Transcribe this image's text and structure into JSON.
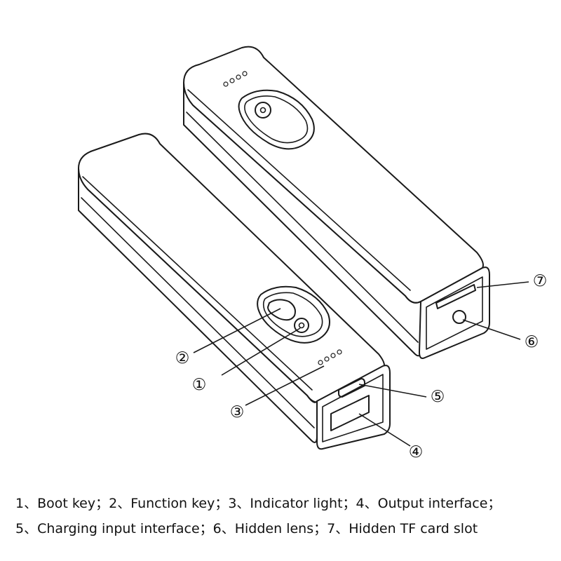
{
  "diagram": {
    "callouts": [
      {
        "id": "c1",
        "symbol": "①"
      },
      {
        "id": "c2",
        "symbol": "②"
      },
      {
        "id": "c3",
        "symbol": "③"
      },
      {
        "id": "c4",
        "symbol": "④"
      },
      {
        "id": "c5",
        "symbol": "⑤"
      },
      {
        "id": "c6",
        "symbol": "⑥"
      },
      {
        "id": "c7",
        "symbol": "⑦"
      }
    ]
  },
  "legend": {
    "line1": "1、Boot key；2、Function key；3、Indicator light；4、Output interface；",
    "line2": "5、Charging input interface；6、Hidden lens；7、Hidden TF card slot"
  }
}
